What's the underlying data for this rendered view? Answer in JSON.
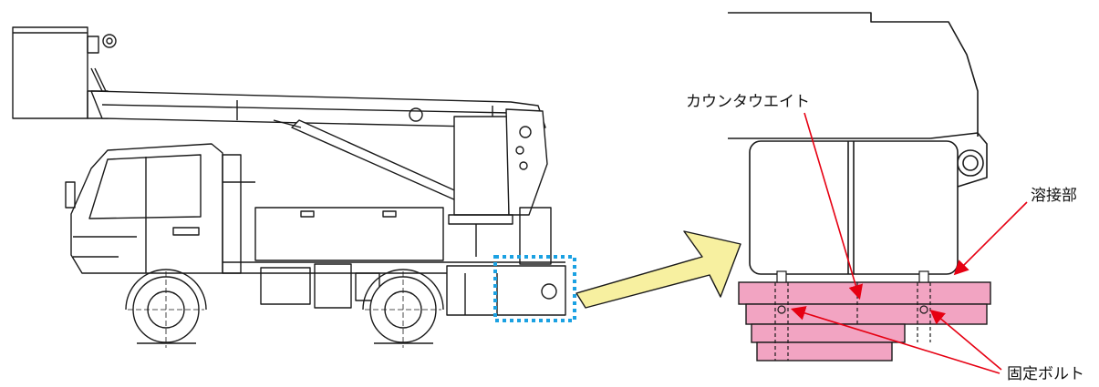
{
  "labels": {
    "counterweight": "カウンタウエイト",
    "weld": "溶接部",
    "fixing_bolt": "固定ボルト"
  },
  "colors": {
    "line": "#1a1a1a",
    "counterweight_fill": "#f2a4c2",
    "highlight_box": "#1ba1e2",
    "arrow_fill": "#f7f0a0",
    "leader": "#e60012"
  }
}
